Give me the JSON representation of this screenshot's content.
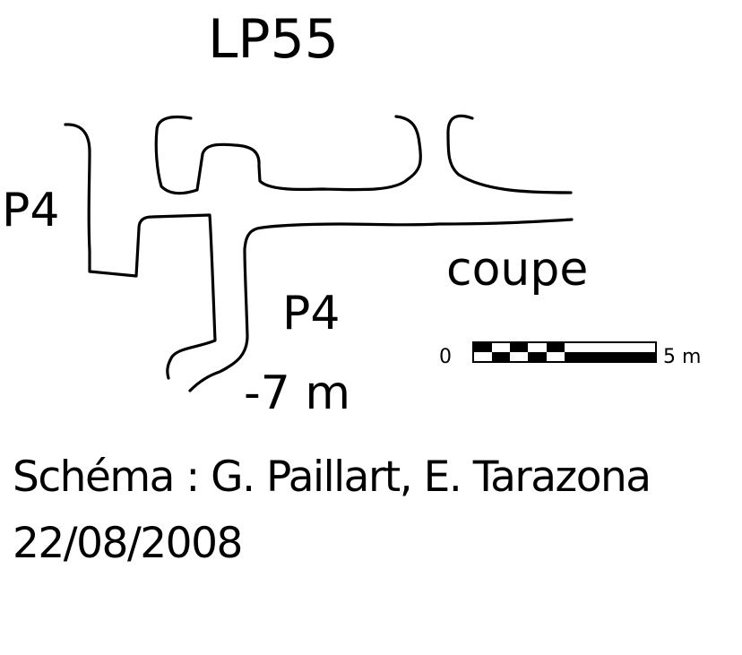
{
  "title": "LP55",
  "labels": {
    "shaft_upper": "P4",
    "shaft_lower": "P4",
    "depth": "-7 m",
    "section": "coupe"
  },
  "scale_bar": {
    "start_label": "0",
    "end_label": "5 m",
    "segments": 5
  },
  "credit": {
    "authors": "Schéma : G. Paillart, E. Tarazona",
    "date": "22/08/2008"
  }
}
